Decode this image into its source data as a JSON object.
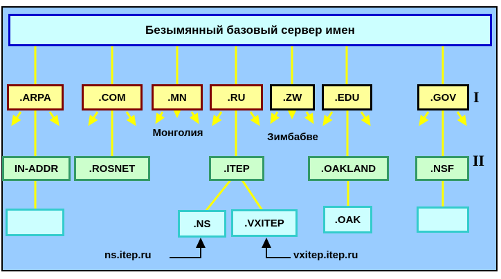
{
  "diagram": {
    "title": "Безымянный базовый сервер имен",
    "level1": {
      "numeral": "I",
      "nodes": [
        {
          "label": ".ARPA"
        },
        {
          "label": ".COM"
        },
        {
          "label": ".MN"
        },
        {
          "label": ".RU"
        },
        {
          "label": ".ZW"
        },
        {
          "label": ".EDU"
        },
        {
          "label": ".GOV"
        }
      ]
    },
    "level2": {
      "numeral": "II",
      "nodes": [
        {
          "label": "IN-ADDR"
        },
        {
          "label": ".ROSNET"
        },
        {
          "label": ".ITEP"
        },
        {
          "label": ".OAKLAND"
        },
        {
          "label": ".NSF"
        }
      ]
    },
    "level3": {
      "nodes": [
        {
          "label": ".NS"
        },
        {
          "label": ".VXITEP"
        },
        {
          "label": ".OAK"
        }
      ]
    },
    "annotations": {
      "mn_country": "Монголия",
      "zw_country": "Зимбабве",
      "ns_hostname": "ns.itep.ru",
      "vxitep_hostname": "vxitep.itep.ru"
    },
    "colors": {
      "background": "#99CCFF",
      "root_box_fill": "#CCFFFF",
      "root_box_border": "#0000CC",
      "tld_fill": "#FFFF99",
      "tld_border_highlight": "#7F0000",
      "tld_border": "#000000",
      "level2_fill": "#CCFFCC",
      "level2_border": "#339966",
      "level3_fill": "#CCFFFF",
      "level3_border": "#33CCCC",
      "connector": "#FFFF00",
      "callout": "#000000"
    }
  }
}
